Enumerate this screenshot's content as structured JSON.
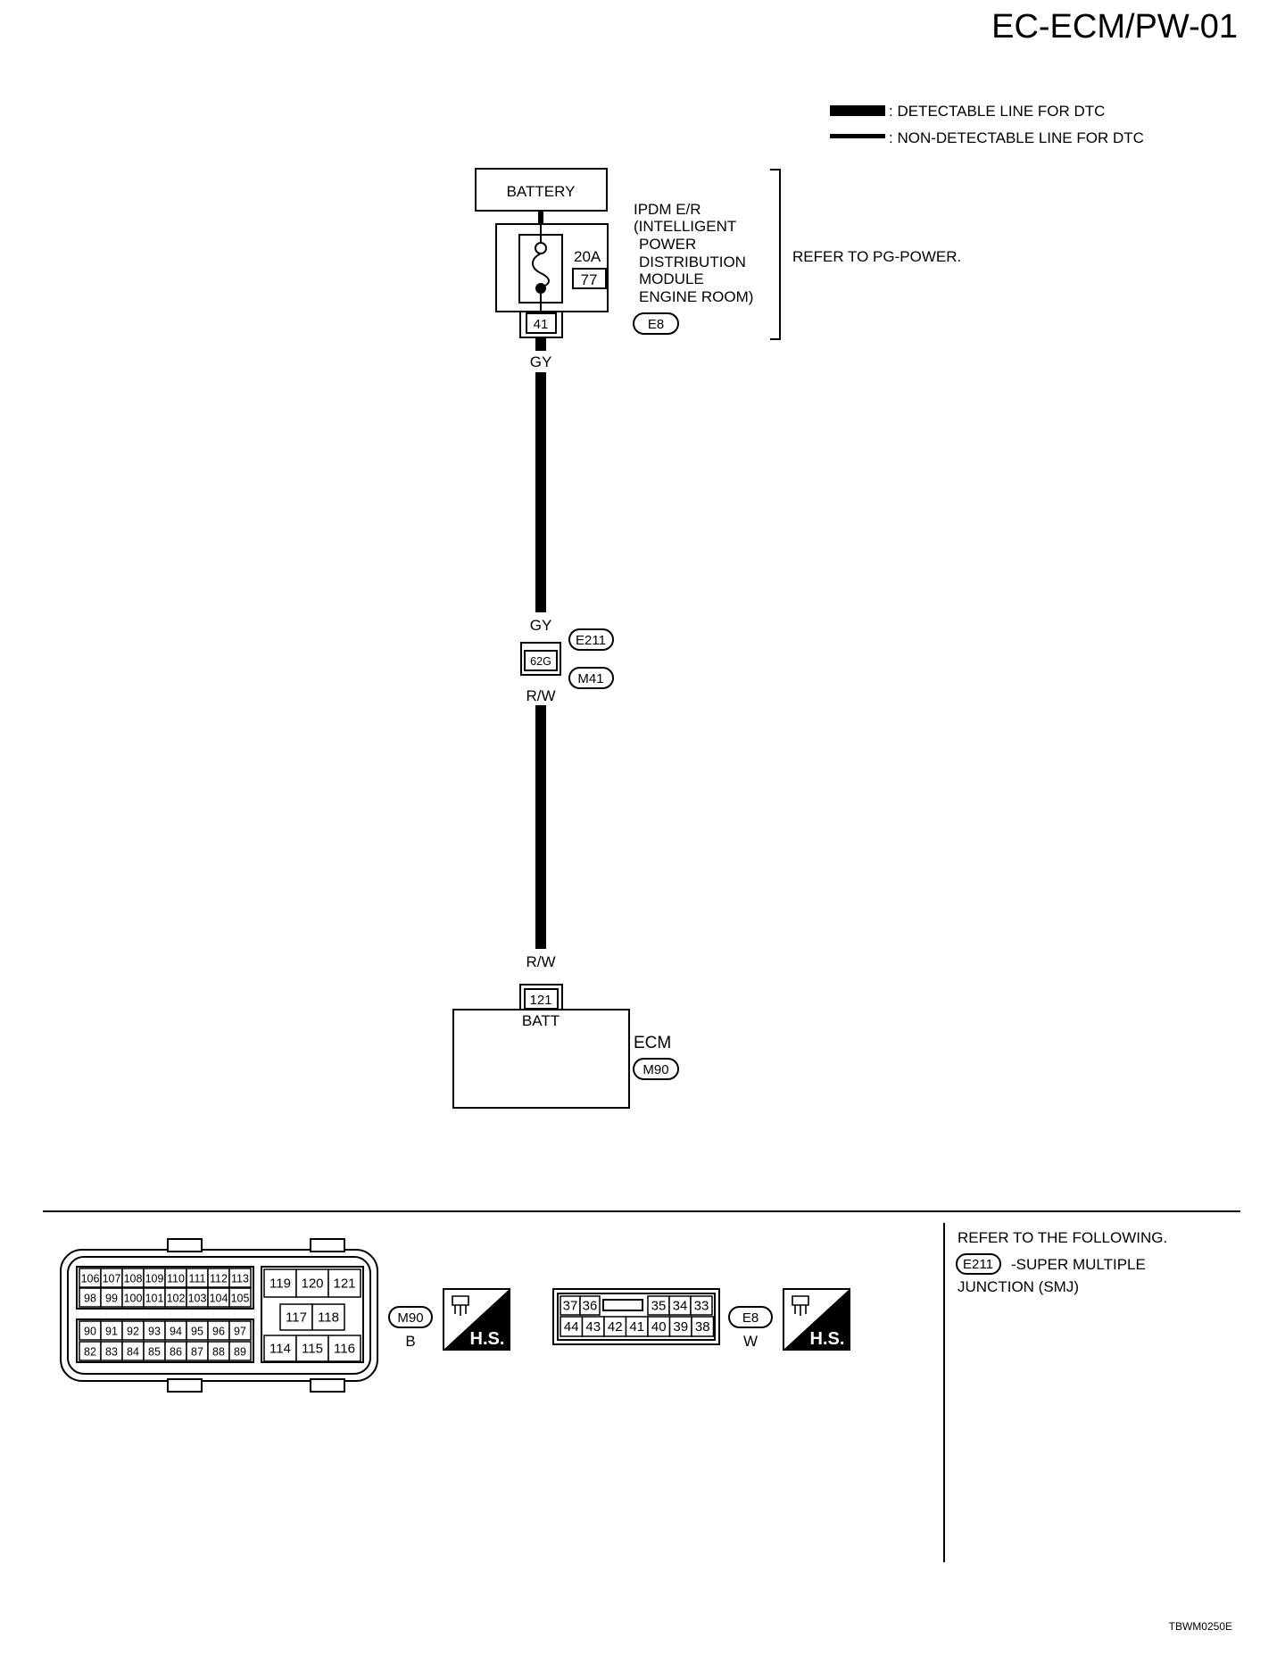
{
  "title": "EC-ECM/PW-01",
  "legend": {
    "detectable": ": DETECTABLE LINE FOR DTC",
    "non_detectable": ": NON-DETECTABLE LINE FOR DTC"
  },
  "battery": {
    "label": "BATTERY"
  },
  "ipdm": {
    "label_lines": [
      "IPDM E/R",
      "(INTELLIGENT",
      "POWER",
      "DISTRIBUTION",
      "MODULE",
      "ENGINE ROOM)"
    ],
    "fuse_rating": "20A",
    "fuse_number": "77",
    "terminal": "41",
    "connector": "E8",
    "refer": "REFER TO PG-POWER."
  },
  "wires": {
    "upper_color_top": "GY",
    "upper_color_bottom": "GY",
    "lower_color_top": "R/W",
    "lower_color_bottom": "R/W"
  },
  "junction": {
    "terminal": "62G",
    "connector_top": "E211",
    "connector_bottom": "M41"
  },
  "ecm": {
    "terminal": "121",
    "terminal_label": "BATT",
    "label": "ECM",
    "connector": "M90"
  },
  "connectors": {
    "m90": {
      "id": "M90",
      "color": "B",
      "rows_left": [
        [
          "106",
          "107",
          "108",
          "109",
          "110",
          "111",
          "112",
          "113"
        ],
        [
          "98",
          "99",
          "100",
          "101",
          "102",
          "103",
          "104",
          "105"
        ],
        [
          "90",
          "91",
          "92",
          "93",
          "94",
          "95",
          "96",
          "97"
        ],
        [
          "82",
          "83",
          "84",
          "85",
          "86",
          "87",
          "88",
          "89"
        ]
      ],
      "rows_right": [
        [
          "119",
          "120",
          "121"
        ],
        [
          "117",
          "118"
        ],
        [
          "114",
          "115",
          "116"
        ]
      ]
    },
    "e8": {
      "id": "E8",
      "color": "W",
      "row_top_left": [
        "37",
        "36"
      ],
      "row_top_right": [
        "35",
        "34",
        "33"
      ],
      "row_bottom": [
        "44",
        "43",
        "42",
        "41",
        "40",
        "39",
        "38"
      ]
    },
    "hs_label": "H.S."
  },
  "refer_following": {
    "heading": "REFER TO THE FOLLOWING.",
    "connector": "E211",
    "desc_line1": "-SUPER MULTIPLE",
    "desc_line2": "JUNCTION (SMJ)"
  },
  "footer_code": "TBWM0250E"
}
